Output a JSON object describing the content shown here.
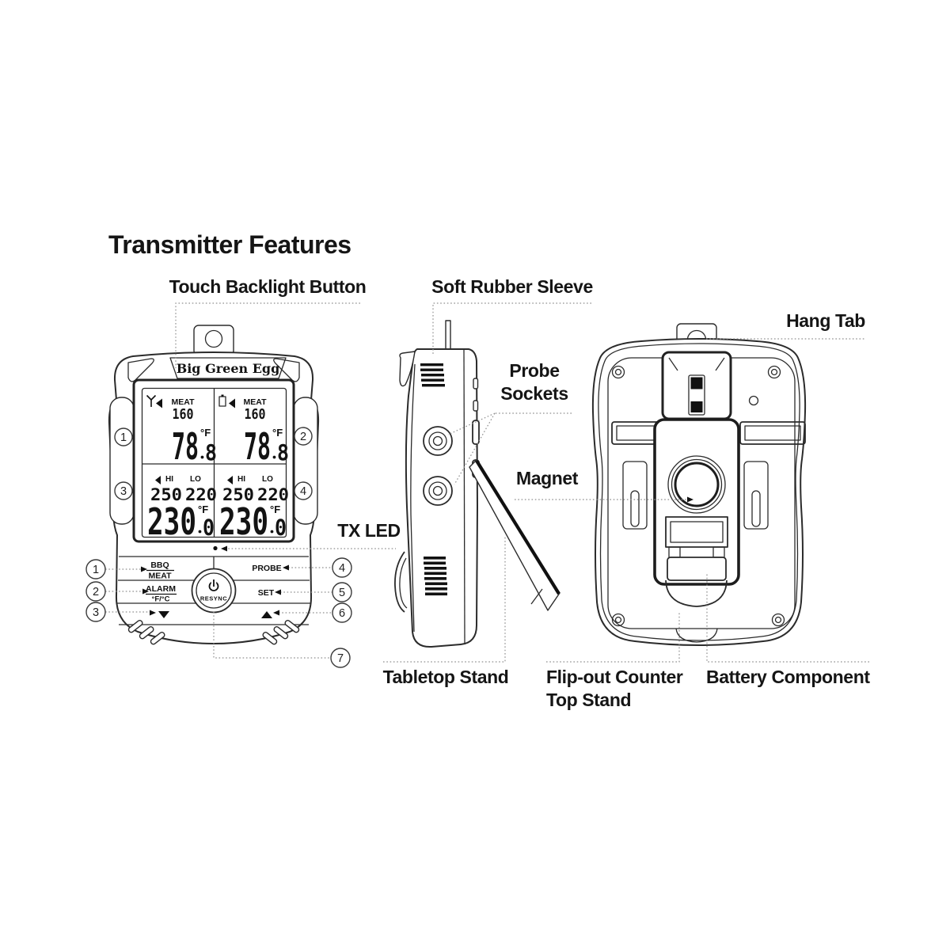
{
  "title": "Transmitter Features",
  "labels": {
    "touch_backlight": "Touch Backlight Button",
    "soft_rubber": "Soft Rubber Sleeve",
    "hang_tab": "Hang Tab",
    "probe_sockets_line1": "Probe",
    "probe_sockets_line2": "Sockets",
    "magnet": "Magnet",
    "tx_led": "TX LED",
    "tabletop_stand": "Tabletop Stand",
    "flip_out_line1": "Flip-out Counter",
    "flip_out_line2": "Top Stand",
    "battery": "Battery Component"
  },
  "front_view": {
    "brand": "Big Green Egg",
    "display": {
      "p1": {
        "mode": "MEAT",
        "target": "160",
        "temp_int": "78",
        "temp_dec": "8",
        "unit": "°F"
      },
      "p2": {
        "mode": "MEAT",
        "target": "160",
        "temp_int": "78",
        "temp_dec": "8",
        "unit": "°F"
      },
      "z1": {
        "hi_label": "HI",
        "hi": "250",
        "lo_label": "LO",
        "lo": "220",
        "temp_int": "230",
        "temp_dec": "0",
        "unit": "°F"
      },
      "z2": {
        "hi_label": "HI",
        "hi": "250",
        "lo_label": "LO",
        "lo": "220",
        "temp_int": "230",
        "temp_dec": "0",
        "unit": "°F"
      }
    },
    "buttons": {
      "bbq_meat_top": "BBQ",
      "bbq_meat_bottom": "MEAT",
      "alarm_top": "ALARM",
      "alarm_bottom": "°F/°C",
      "probe": "PROBE",
      "set": "SET",
      "resync": "RESYNC"
    }
  },
  "callouts": {
    "d1": "1",
    "d2": "2",
    "d3": "3",
    "d4": "4",
    "b1": "1",
    "b2": "2",
    "b3": "3",
    "b4": "4",
    "b5": "5",
    "b6": "6",
    "b7": "7"
  },
  "colors": {
    "ink": "#151515",
    "outline": "#2b2b2b",
    "leader": "#8f8f8f",
    "lcd_ink": "#131313"
  }
}
